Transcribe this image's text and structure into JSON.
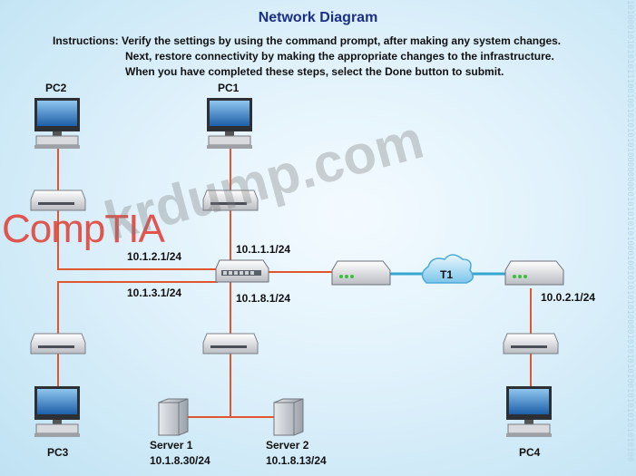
{
  "title": "Network Diagram",
  "instructions": [
    "Instructions: Verify the settings by using the command prompt, after making any system changes.",
    "Next, restore connectivity by making the appropriate changes to the infrastructure.",
    "When you have completed these steps, select the Done button to submit."
  ],
  "nodes": {
    "pc1": "PC1",
    "pc2": "PC2",
    "pc3": "PC3",
    "pc4": "PC4",
    "server1": "Server 1",
    "server2": "Server 2",
    "cloud": "T1"
  },
  "addresses": {
    "pc2_link": "10.1.2.1/24",
    "pc1_link": "10.1.1.1/24",
    "pc3_link": "10.1.3.1/24",
    "server_link": "10.1.8.1/24",
    "remote_link": "10.0.2.1/24",
    "server1": "10.1.8.30/24",
    "server2": "10.1.8.13/24"
  },
  "watermarks": {
    "brand": "CompTIA",
    "site": "krdump.com"
  },
  "binary_strip": "1010001010101011100100101010101000000000101010101000100101010101000010101010100101010101010100",
  "colors": {
    "title": "#1b2f86",
    "link": "#e0572f",
    "wan": "#37a6cf",
    "brand": "#e0463c"
  }
}
